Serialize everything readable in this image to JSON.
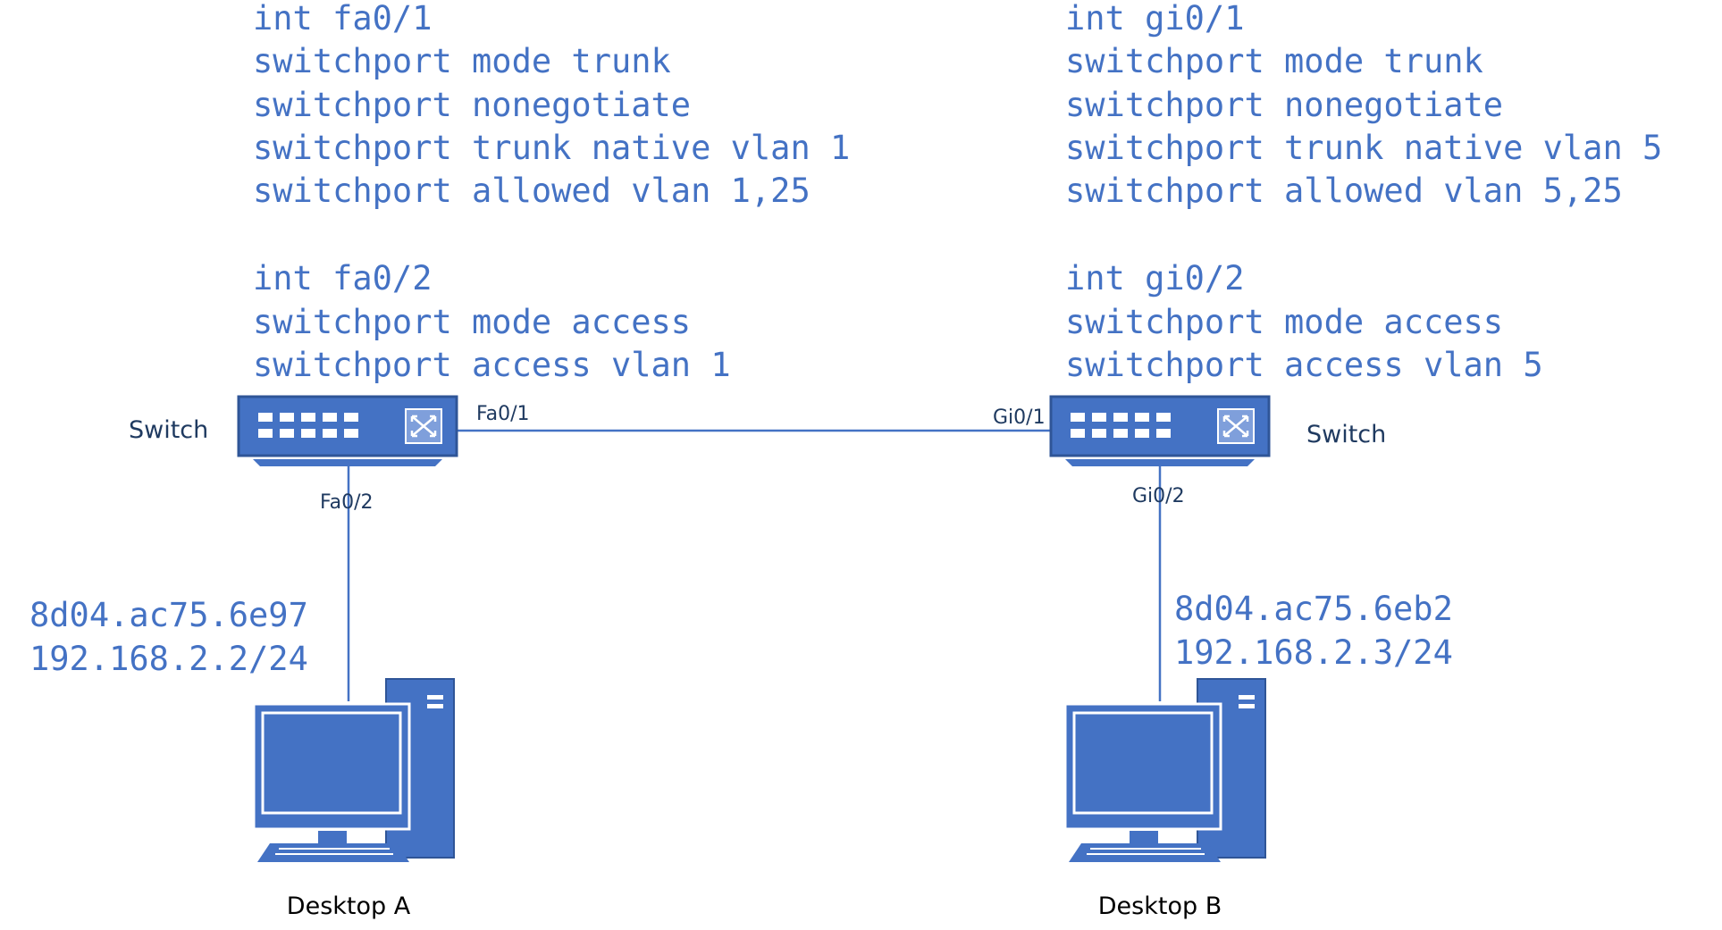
{
  "colors": {
    "accent": "#4472c4",
    "accent_dark": "#2f5597",
    "text_dark": "#1f3a60"
  },
  "left": {
    "config": [
      "int fa0/1",
      "switchport mode trunk",
      "switchport nonegotiate",
      "switchport trunk native vlan 1",
      "switchport allowed vlan 1,25",
      "int fa0/2",
      "switchport mode access",
      "switchport access vlan 1"
    ],
    "switch_label": "Switch",
    "trunk_port": "Fa0/1",
    "access_port": "Fa0/2",
    "mac": "8d04.ac75.6e97",
    "ip": "192.168.2.2/24",
    "desktop": "Desktop A"
  },
  "right": {
    "config": [
      "int gi0/1",
      "switchport mode trunk",
      "switchport nonegotiate",
      "switchport trunk native vlan 5",
      "switchport allowed vlan 5,25",
      "int gi0/2",
      "switchport mode access",
      "switchport access vlan 5"
    ],
    "switch_label": "Switch",
    "trunk_port": "Gi0/1",
    "access_port": "Gi0/2",
    "mac": "8d04.ac75.6eb2",
    "ip": "192.168.2.3/24",
    "desktop": "Desktop B"
  }
}
